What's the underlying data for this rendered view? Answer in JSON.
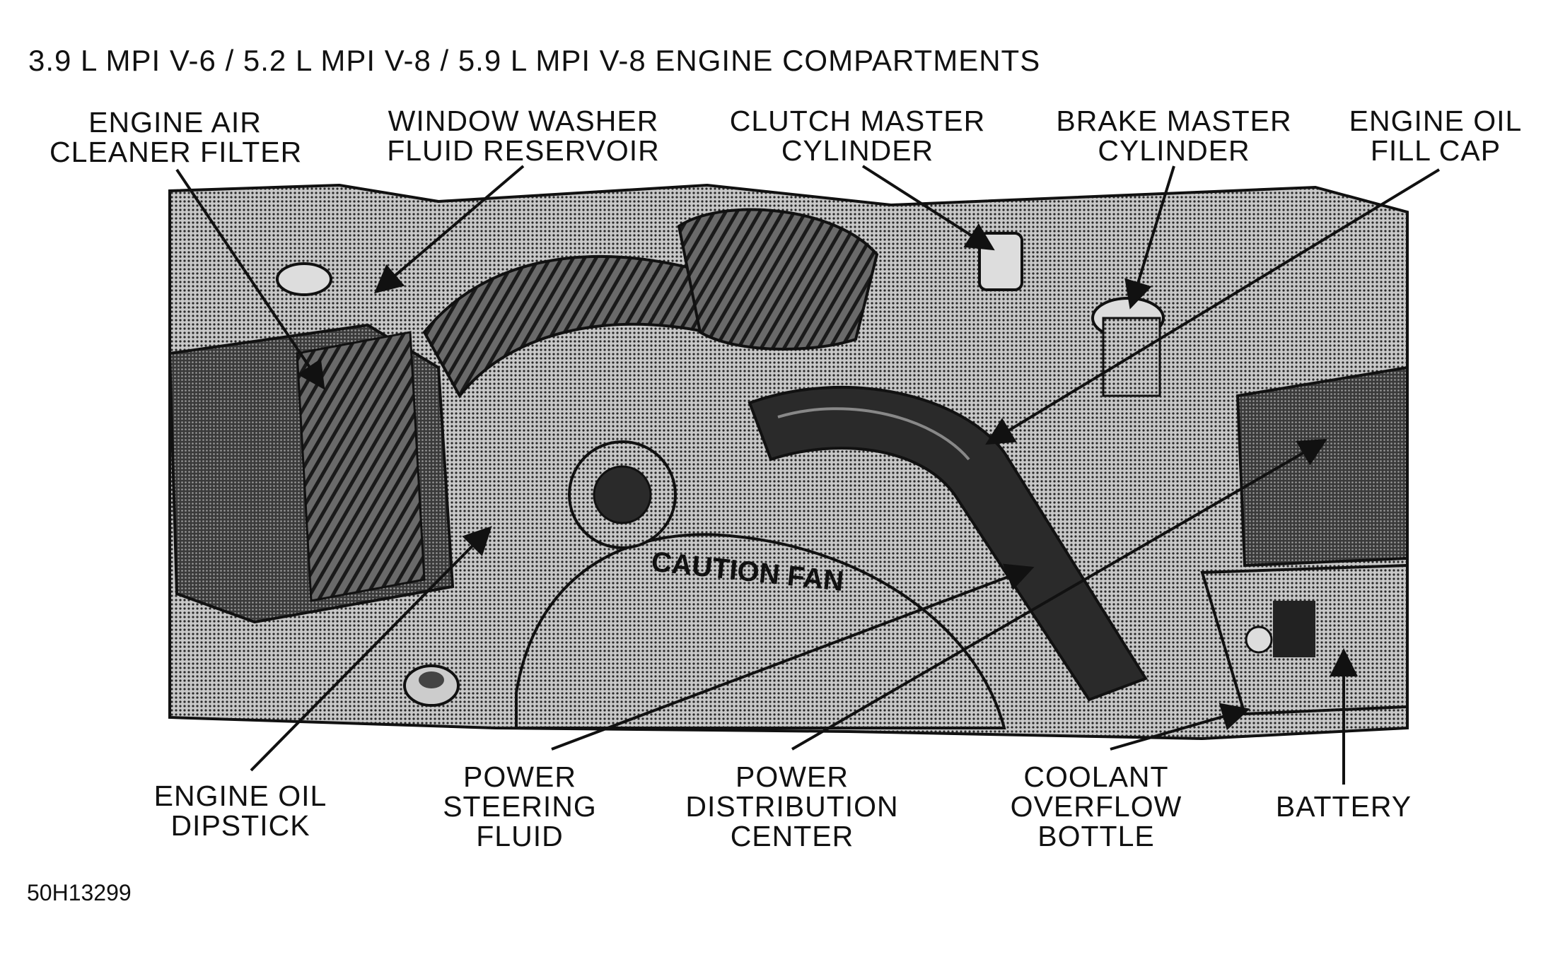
{
  "title": "3.9 L MPI V-6 / 5.2 L MPI V-8 / 5.9 L MPI V-8 ENGINE COMPARTMENTS",
  "figure_id": "50H13299",
  "engraved_text": "CAUTION FAN",
  "labels": {
    "air_cleaner": [
      "ENGINE AIR",
      "CLEANER FILTER"
    ],
    "washer_reservoir": [
      "WINDOW WASHER",
      "FLUID RESERVOIR"
    ],
    "clutch_master": [
      "CLUTCH MASTER",
      "CYLINDER"
    ],
    "brake_master": [
      "BRAKE MASTER",
      "CYLINDER"
    ],
    "oil_fill_cap": [
      "ENGINE OIL",
      "FILL CAP"
    ],
    "oil_dipstick": [
      "ENGINE OIL",
      "DIPSTICK"
    ],
    "power_steering": [
      "POWER",
      "STEERING",
      "FLUID"
    ],
    "power_distribution": [
      "POWER",
      "DISTRIBUTION",
      "CENTER"
    ],
    "coolant_bottle": [
      "COOLANT",
      "OVERFLOW",
      "BOTTLE"
    ],
    "battery": [
      "BATTERY"
    ]
  }
}
